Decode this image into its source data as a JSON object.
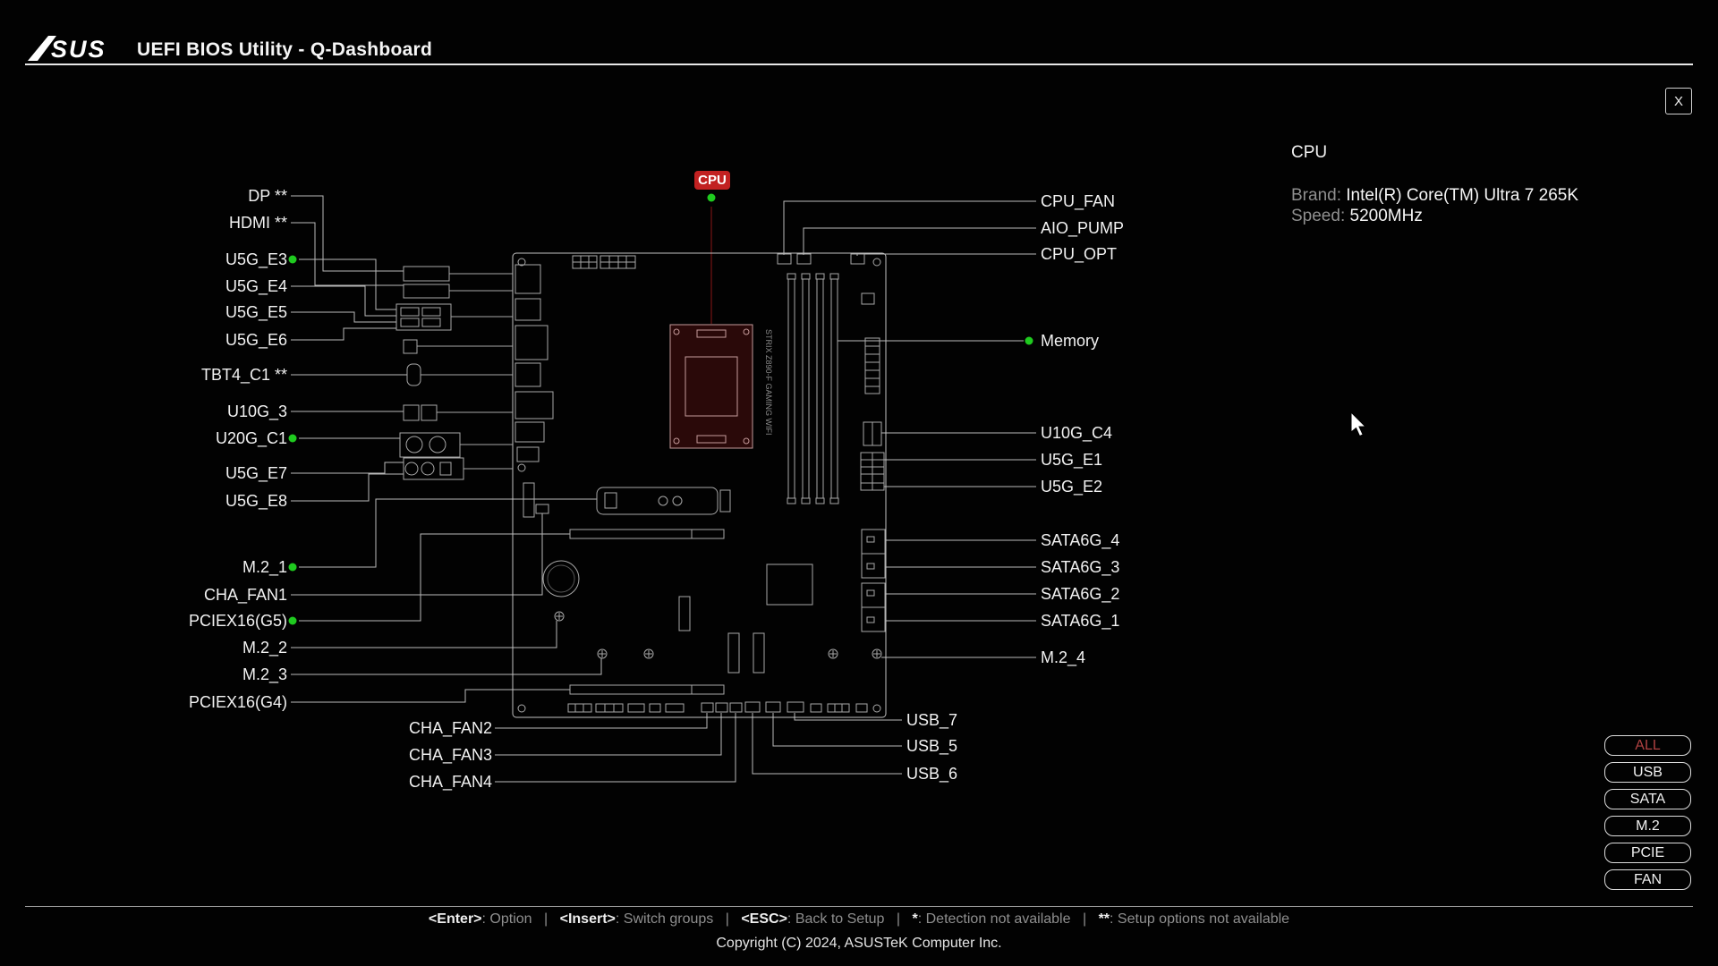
{
  "window": {
    "logo_text": "ASUS",
    "title": "UEFI BIOS Utility - Q-Dashboard",
    "close_label": "X"
  },
  "info_panel": {
    "title": "CPU",
    "brand_label": "Brand:",
    "brand_value": "Intel(R) Core(TM) Ultra 7 265K",
    "speed_label": "Speed:",
    "speed_value": "5200MHz"
  },
  "cpu_badge": "CPU",
  "board_text": "STRIX Z890-F GAMING WIFI",
  "connectors": {
    "dp": "DP **",
    "hdmi": "HDMI **",
    "u5g_e3": "U5G_E3",
    "u5g_e4": "U5G_E4",
    "u5g_e5": "U5G_E5",
    "u5g_e6": "U5G_E6",
    "tbt4_c1": "TBT4_C1 **",
    "u10g_3": "U10G_3",
    "u20g_c1": "U20G_C1",
    "u5g_e7": "U5G_E7",
    "u5g_e8": "U5G_E8",
    "m2_1": "M.2_1",
    "cha_fan1": "CHA_FAN1",
    "pciex16_g5": "PCIEX16(G5)",
    "m2_2": "M.2_2",
    "m2_3": "M.2_3",
    "pciex16_g4": "PCIEX16(G4)",
    "cha_fan2": "CHA_FAN2",
    "cha_fan3": "CHA_FAN3",
    "cha_fan4": "CHA_FAN4",
    "cpu_fan": "CPU_FAN",
    "aio_pump": "AIO_PUMP",
    "cpu_opt": "CPU_OPT",
    "memory": "Memory",
    "u10g_c4": "U10G_C4",
    "u5g_e1": "U5G_E1",
    "u5g_e2": "U5G_E2",
    "sata6g_4": "SATA6G_4",
    "sata6g_3": "SATA6G_3",
    "sata6g_2": "SATA6G_2",
    "sata6g_1": "SATA6G_1",
    "m2_4": "M.2_4",
    "usb_7": "USB_7",
    "usb_5": "USB_5",
    "usb_6": "USB_6"
  },
  "filters": {
    "active": "ALL",
    "items": [
      {
        "label": "ALL"
      },
      {
        "label": "USB"
      },
      {
        "label": "SATA"
      },
      {
        "label": "M.2"
      },
      {
        "label": "PCIE"
      },
      {
        "label": "FAN"
      }
    ]
  },
  "help": {
    "separator": "|",
    "items": [
      {
        "key": "<Enter>",
        "desc": ": Option"
      },
      {
        "key": "<Insert>",
        "desc": ": Switch groups"
      },
      {
        "key": "<ESC>",
        "desc": ": Back to Setup"
      },
      {
        "key": "*",
        "desc": ": Detection not available"
      },
      {
        "key": "**",
        "desc": ": Setup options not available"
      }
    ]
  },
  "copyright": "Copyright (C) 2024, ASUSTeK Computer Inc.",
  "colors": {
    "background": "#020202",
    "accent_red": "#c22121",
    "indicator_green": "#1fca1f",
    "line_gray": "#b9b9b9",
    "text": "#f2f2f2",
    "muted": "#8f8f8f"
  }
}
